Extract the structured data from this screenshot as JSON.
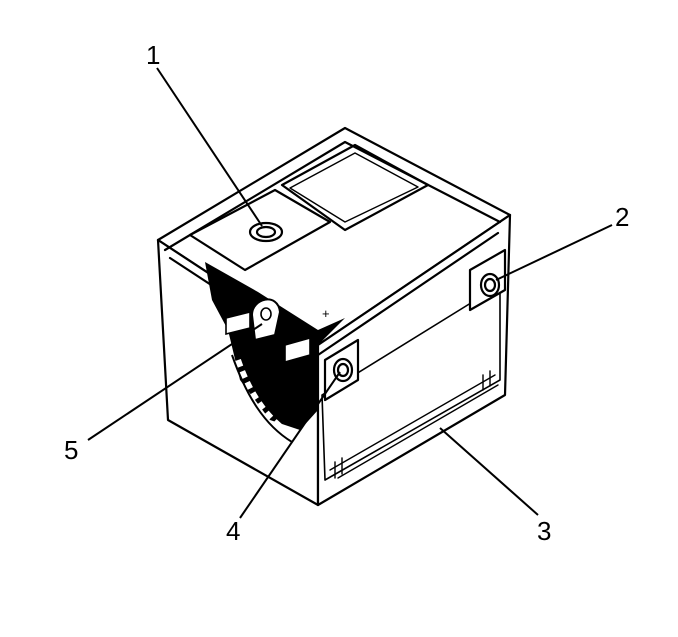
{
  "callouts": [
    {
      "id": "1",
      "label": "1"
    },
    {
      "id": "2",
      "label": "2"
    },
    {
      "id": "3",
      "label": "3"
    },
    {
      "id": "4",
      "label": "4"
    },
    {
      "id": "5",
      "label": "5"
    }
  ],
  "terminal_marks": {
    "plus": "+"
  },
  "colors": {
    "ink": "#000000",
    "paper": "#ffffff"
  }
}
